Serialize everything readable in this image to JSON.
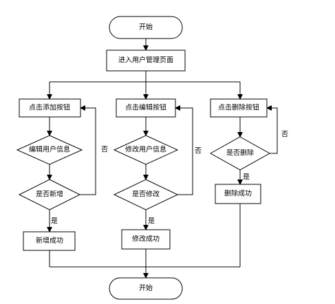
{
  "nodes": {
    "start": "开始",
    "enter_page": "进入用户管理页面",
    "click_add": "点击添加按钮",
    "edit_user_info": "编辑用户信息",
    "is_added": "是否新增",
    "add_success": "新增成功",
    "click_edit": "点击编辑按钮",
    "modify_user_info": "修改用户信息",
    "is_modified": "是否修改",
    "modify_success": "修改成功",
    "click_delete": "点击删除按钮",
    "is_deleted": "是否删除",
    "delete_success": "删除成功",
    "end": "开始"
  },
  "edges": {
    "yes": "是",
    "no": "否"
  }
}
